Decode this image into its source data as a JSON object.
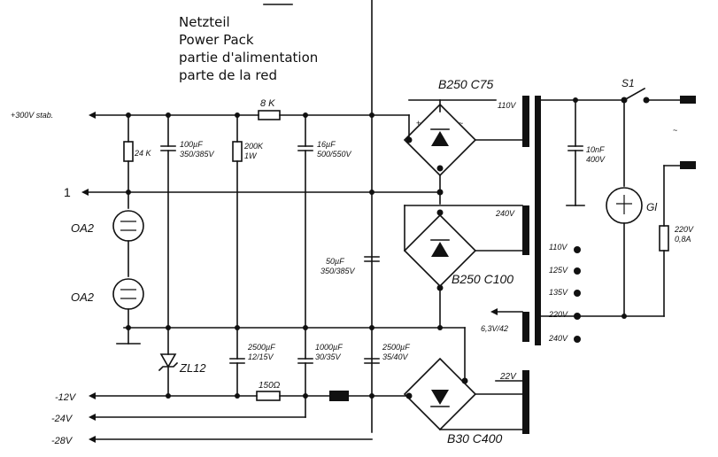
{
  "title_lines": [
    "Netzteil",
    "Power Pack",
    "partie d'alimentation",
    "parte de la red"
  ],
  "rails": {
    "plus300": "+300V stab.",
    "one": "1",
    "minus12": "-12V",
    "minus24": "-24V",
    "minus28": "-28V"
  },
  "components": {
    "r_top": "8 K",
    "r_24": "24 K",
    "c_100": "100µF\n350/385V",
    "r_200k": "200K\n1W",
    "c_16": "16µF\n500/550V",
    "c_50": "50µF\n350/385V",
    "c_2500a": "2500µF\n12/15V",
    "c_1000": "1000µF\n30/35V",
    "c_2500b": "2500µF\n35/40V",
    "r_150": "150Ω",
    "c_10nf": "10nF\n400V",
    "fuse": "220V\n0,8A",
    "tube1": "OA2",
    "tube2": "OA2",
    "zener": "ZL12",
    "lamp": "Gl",
    "switch": "S1"
  },
  "rectifiers": {
    "br1": "B250 C75",
    "br2": "B250 C100",
    "br3": "B30 C400"
  },
  "transformer": {
    "sec1": "110V",
    "sec2": "240V",
    "sec3": "22V",
    "heater": "6,3V/42",
    "taps": [
      "110V",
      "125V",
      "135V",
      "220V",
      "240V"
    ]
  }
}
